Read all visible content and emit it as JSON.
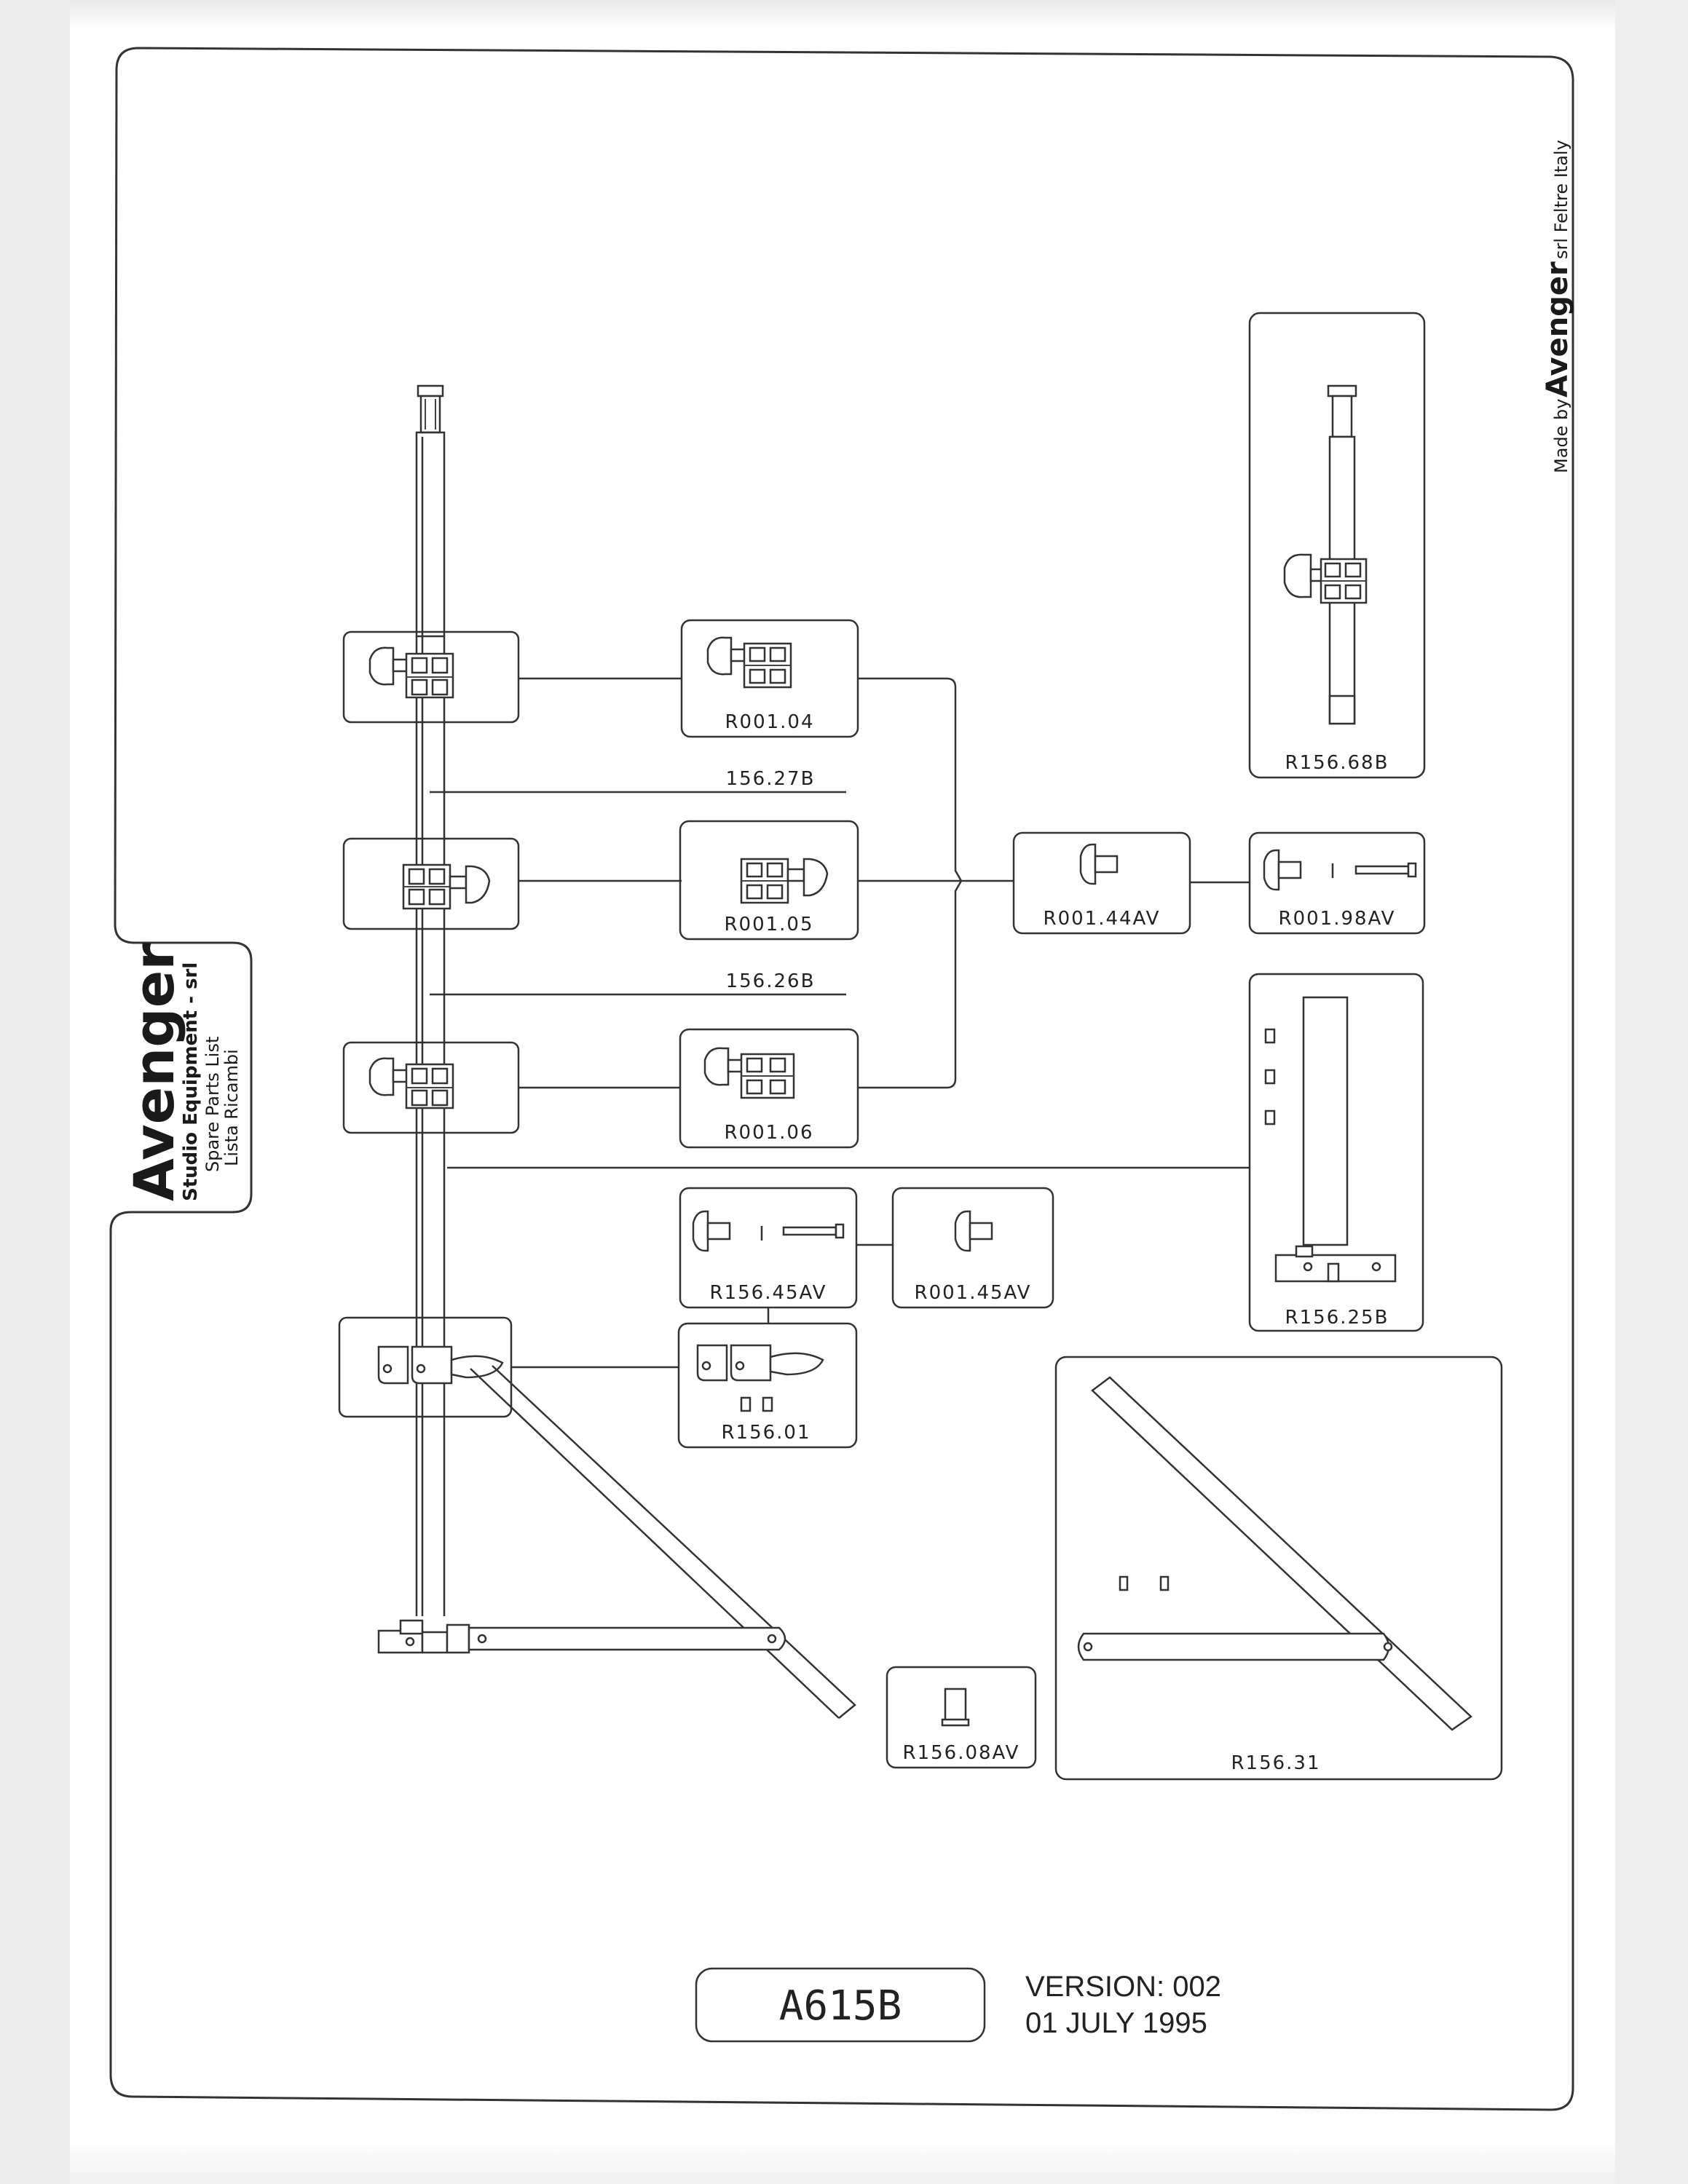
{
  "brand": {
    "name": "Avenger",
    "company": "Studio Equipment - srl",
    "subtitle_en": "Spare Parts List",
    "subtitle_it": "Lista Ricambi"
  },
  "maker": {
    "prefix": "Made by",
    "name": "Avenger",
    "suffix": "srl Feltre Italy"
  },
  "parts": {
    "r001_04": "R001.04",
    "r001_05": "R001.05",
    "r001_06": "R001.06",
    "r001_44av": "R001.44AV",
    "r001_98av": "R001.98AV",
    "r156_68b": "R156.68B",
    "r156_25b": "R156.25B",
    "r156_45av": "R156.45AV",
    "r001_45av": "R001.45AV",
    "r156_01": "R156.01",
    "r156_08av": "R156.08AV",
    "r156_31": "R156.31",
    "p156_27b": "156.27B",
    "p156_26b": "156.26B"
  },
  "footer": {
    "model": "A615B",
    "version": "VERSION: 002",
    "date": "01 JULY 1995"
  }
}
